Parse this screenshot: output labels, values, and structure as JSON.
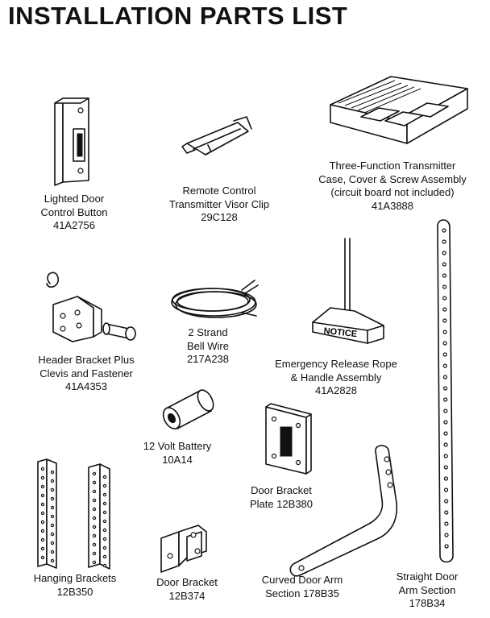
{
  "title": "INSTALLATION PARTS LIST",
  "parts": {
    "door_control": {
      "lines": [
        "Lighted Door",
        "Control Button"
      ],
      "part_no": "41A2756"
    },
    "visor_clip": {
      "lines": [
        "Remote Control",
        "Transmitter Visor Clip"
      ],
      "part_no": "29C128"
    },
    "transmitter_case": {
      "lines": [
        "Three-Function Transmitter",
        "Case, Cover & Screw Assembly",
        "(circuit board not included)"
      ],
      "part_no": "41A3888"
    },
    "header_bracket": {
      "lines": [
        "Header Bracket Plus",
        "Clevis and Fastener"
      ],
      "part_no": "41A4353"
    },
    "bell_wire": {
      "lines": [
        "2 Strand",
        "Bell Wire"
      ],
      "part_no": "217A238"
    },
    "release_rope": {
      "lines": [
        "Emergency Release Rope",
        "& Handle Assembly"
      ],
      "part_no": "41A2828",
      "handle_text": "NOTICE"
    },
    "battery": {
      "lines": [
        "12 Volt Battery"
      ],
      "part_no": "10A14"
    },
    "door_bracket_plate": {
      "lines": [
        "Door Bracket"
      ],
      "part_no": "Plate 12B380"
    },
    "hanging_brackets": {
      "lines": [
        "Hanging Brackets"
      ],
      "part_no": "12B350"
    },
    "door_bracket": {
      "lines": [
        "Door Bracket"
      ],
      "part_no": "12B374"
    },
    "curved_arm": {
      "lines": [
        "Curved Door Arm"
      ],
      "part_no": "Section 178B35"
    },
    "straight_arm": {
      "lines": [
        "Straight Door",
        "Arm Section"
      ],
      "part_no": "178B34"
    }
  }
}
